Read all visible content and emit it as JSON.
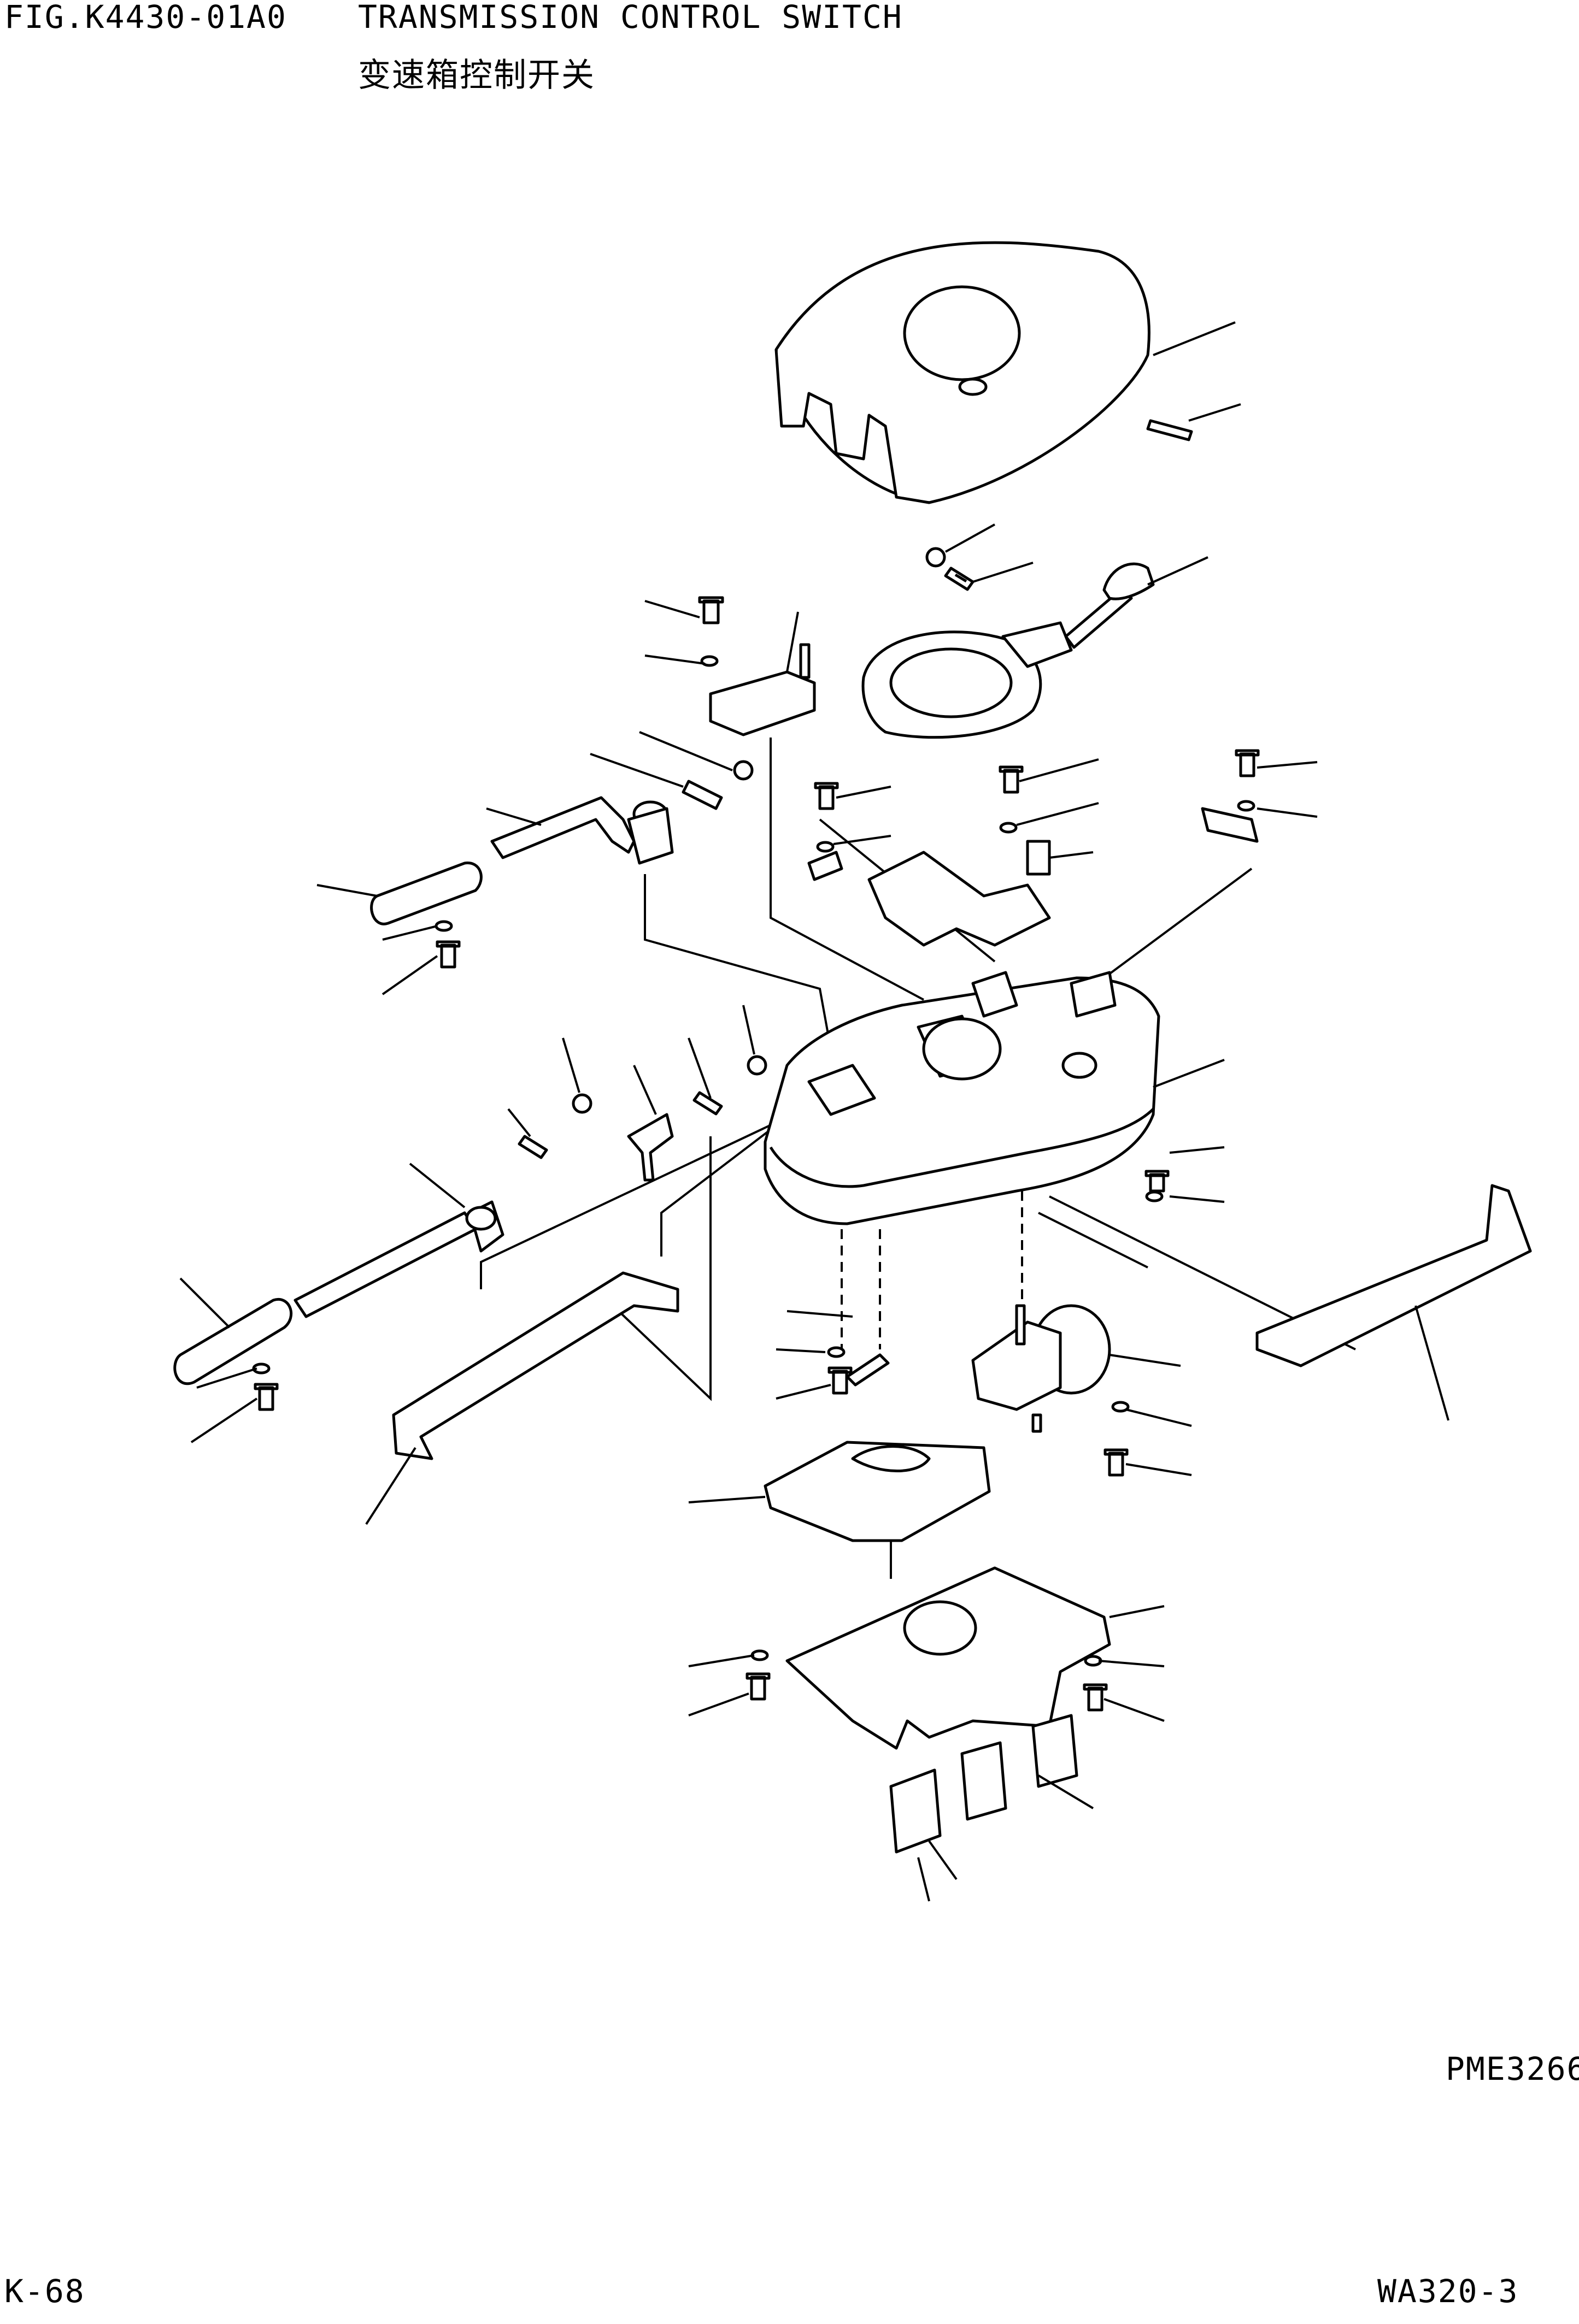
{
  "header": {
    "figure_number": "FIG.K4430-01A0",
    "title_en": "TRANSMISSION CONTROL SWITCH",
    "title_cn": "变速箱控制开关"
  },
  "footer": {
    "reference_code": "PME3266",
    "page_number": "K-68",
    "model": "WA320-3"
  },
  "colors": {
    "ink": "#000000",
    "paper": "#ffffff"
  }
}
